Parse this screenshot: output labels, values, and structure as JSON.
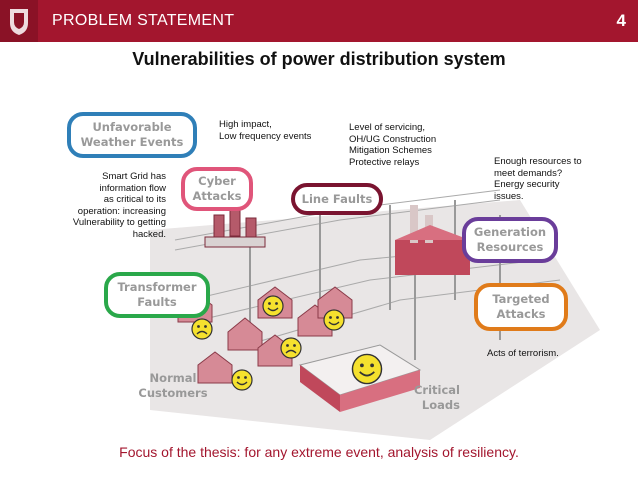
{
  "header": {
    "title": "PROBLEM STATEMENT",
    "page_number": "4"
  },
  "title": "Vulnerabilities of power distribution system",
  "badges": {
    "weather": "Unfavorable\nWeather Events",
    "cyber": "Cyber\nAttacks",
    "line": "Line Faults",
    "generation": "Generation\nResources",
    "transformer": "Transformer\nFaults",
    "targeted": "Targeted\nAttacks",
    "normal": "Normal\nCustomers",
    "critical": "Critical\nLoads"
  },
  "notes": {
    "impact": "High impact,\nLow frequency events",
    "servicing": "Level of servicing,\nOH/UG Construction\nMitigation Schemes\nProtective relays",
    "resources": "Enough resources to\nmeet demands?\nEnergy security\nissues.",
    "smartgrid": "Smart Grid has\ninformation flow\nas critical to its\noperation: increasing\nVulnerability to getting\nhacked.",
    "terrorism": "Acts of terrorism."
  },
  "footer": "Focus of the thesis: for any extreme event, analysis of resiliency.",
  "colors": {
    "brand": "#a3162e",
    "weather": "#2f7fb8",
    "cyber": "#e0557a",
    "line": "#7a1430",
    "generation": "#6a3d9a",
    "transformer": "#2aa84a",
    "targeted": "#e07b1a",
    "smiley": "#f5e12e"
  },
  "icons": [
    "university-logo-icon",
    "happy-face-icon",
    "sad-face-icon"
  ]
}
